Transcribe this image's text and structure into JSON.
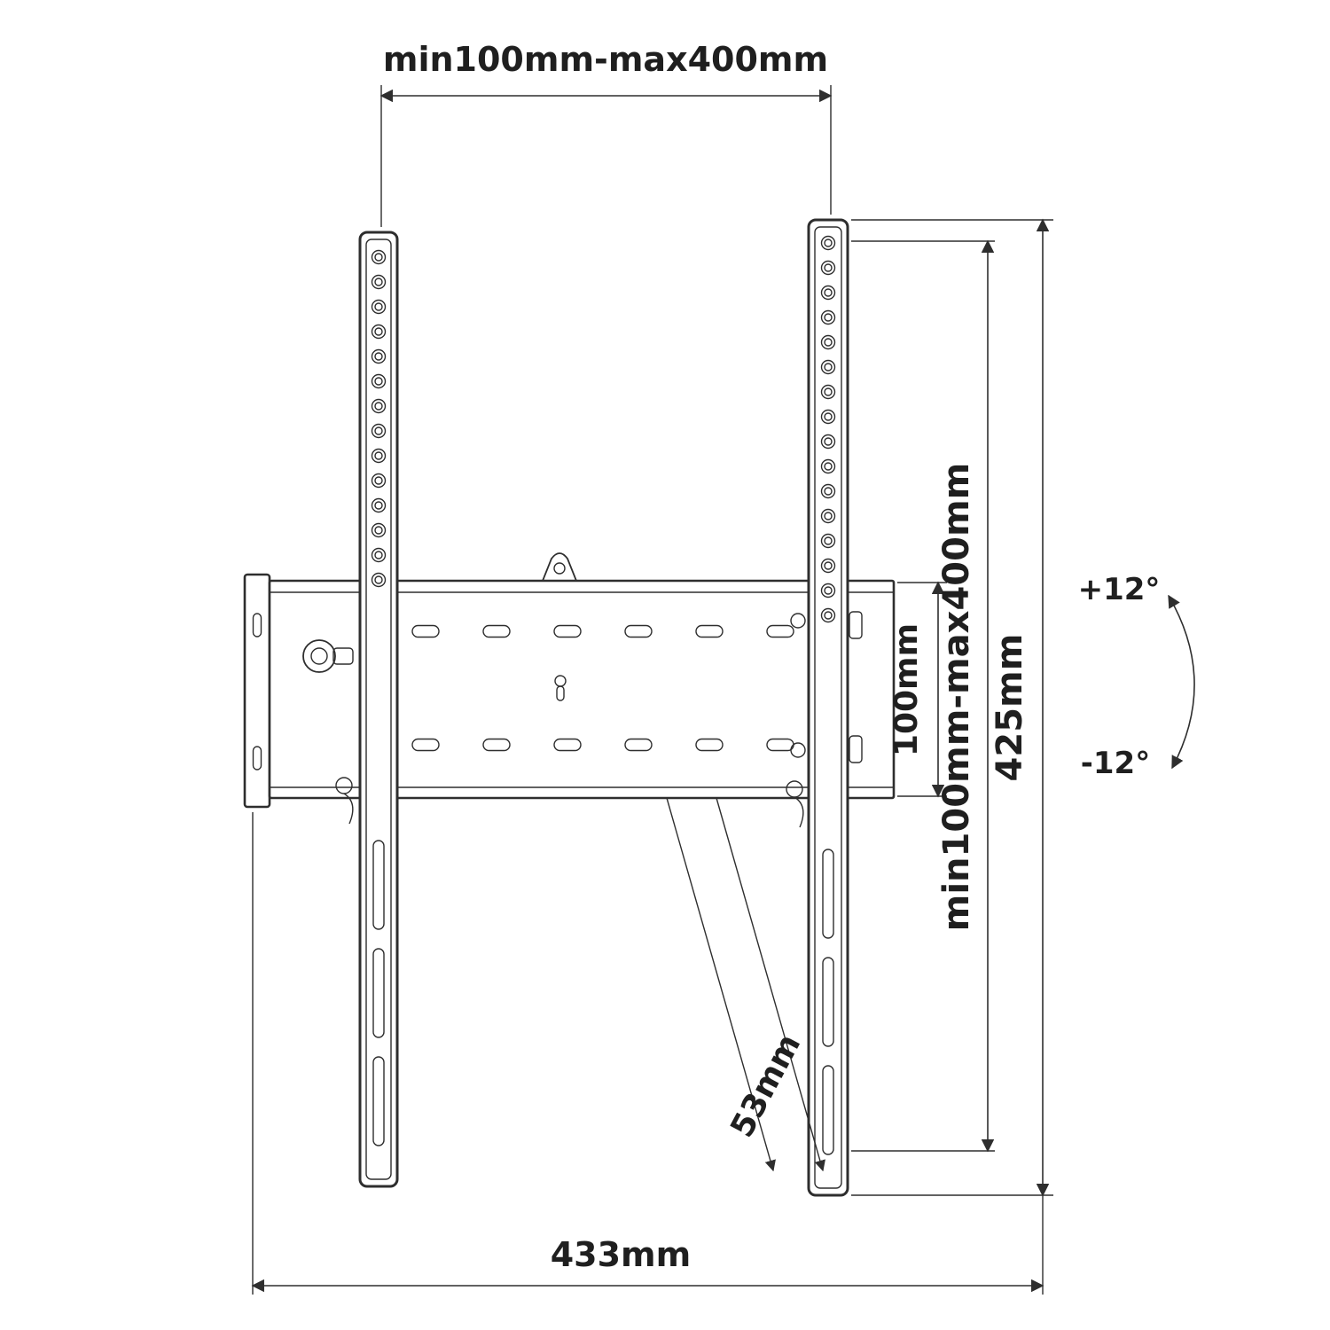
{
  "diagram": {
    "labels": {
      "top_width": "min100mm-max400mm",
      "plate_height": "100mm",
      "vesa_vertical": "min100mm-max400mm",
      "overall_height": "425mm",
      "tilt_up": "+12°",
      "tilt_down": "-12°",
      "depth": "53mm",
      "overall_width": "433mm"
    },
    "colors": {
      "line": "#2e2e2e",
      "background": "#ffffff"
    }
  }
}
